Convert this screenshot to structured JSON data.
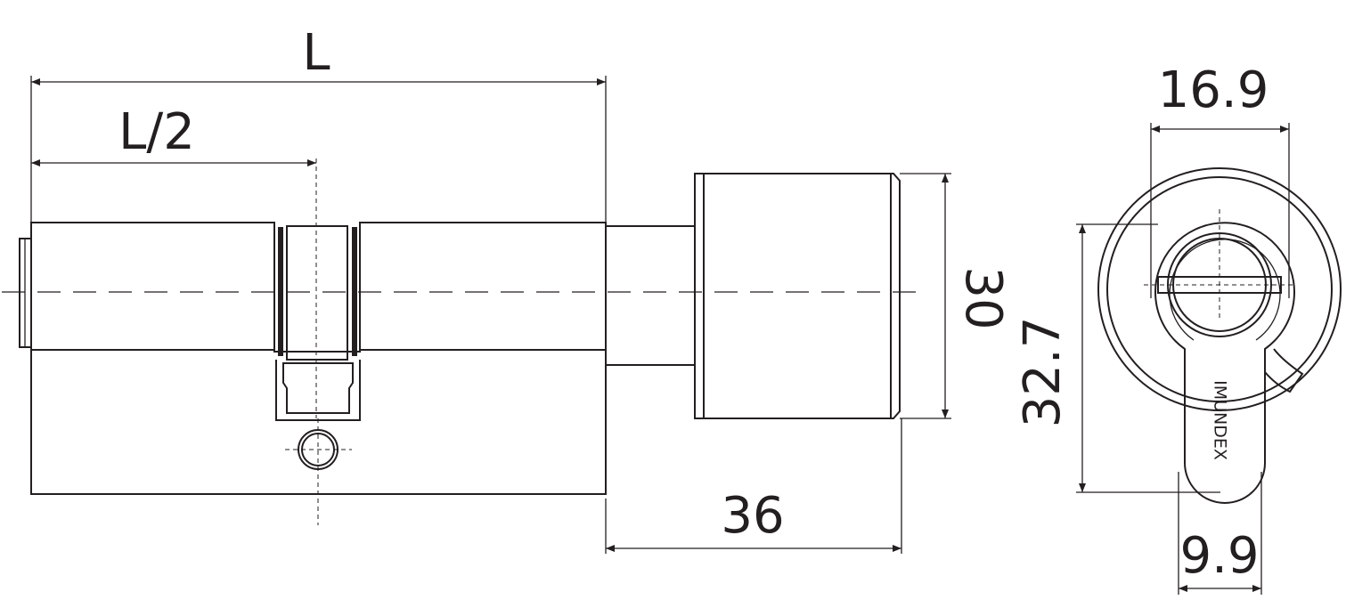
{
  "dimensions": {
    "length": "L",
    "half_length": "L/2",
    "knob_length": "36",
    "knob_diameter": "30",
    "face_width": "16.9",
    "profile_height": "32.7",
    "key_width": "9.9"
  },
  "brand": "IMUNDEX"
}
